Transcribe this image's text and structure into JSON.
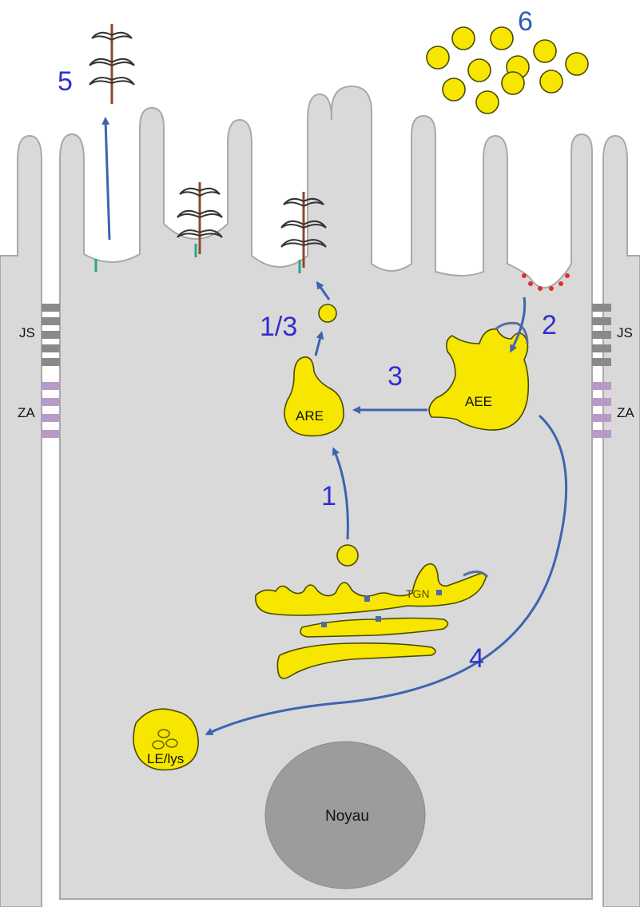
{
  "steps": [
    "1",
    "2",
    "1/3",
    "3",
    "4",
    "5",
    "6"
  ],
  "organelles": {
    "are": "ARE",
    "aee": "AEE",
    "tgn": "TGN",
    "late_endosome": "LE/lys",
    "nucleus": "Noyau"
  },
  "junctions": {
    "left_js": "JS",
    "left_za": "ZA",
    "right_js": "JS",
    "right_za": "ZA"
  },
  "colors": {
    "cell": "#d9d9d9",
    "organelle": "#f7e600",
    "arrow": "#3d64b0",
    "step_label": "#3030cc",
    "tight_junction": "#8a8a8a",
    "adherens_junction": "#b79ac8",
    "coated_pit": "#e03030",
    "nucleus": "#9c9c9c"
  }
}
